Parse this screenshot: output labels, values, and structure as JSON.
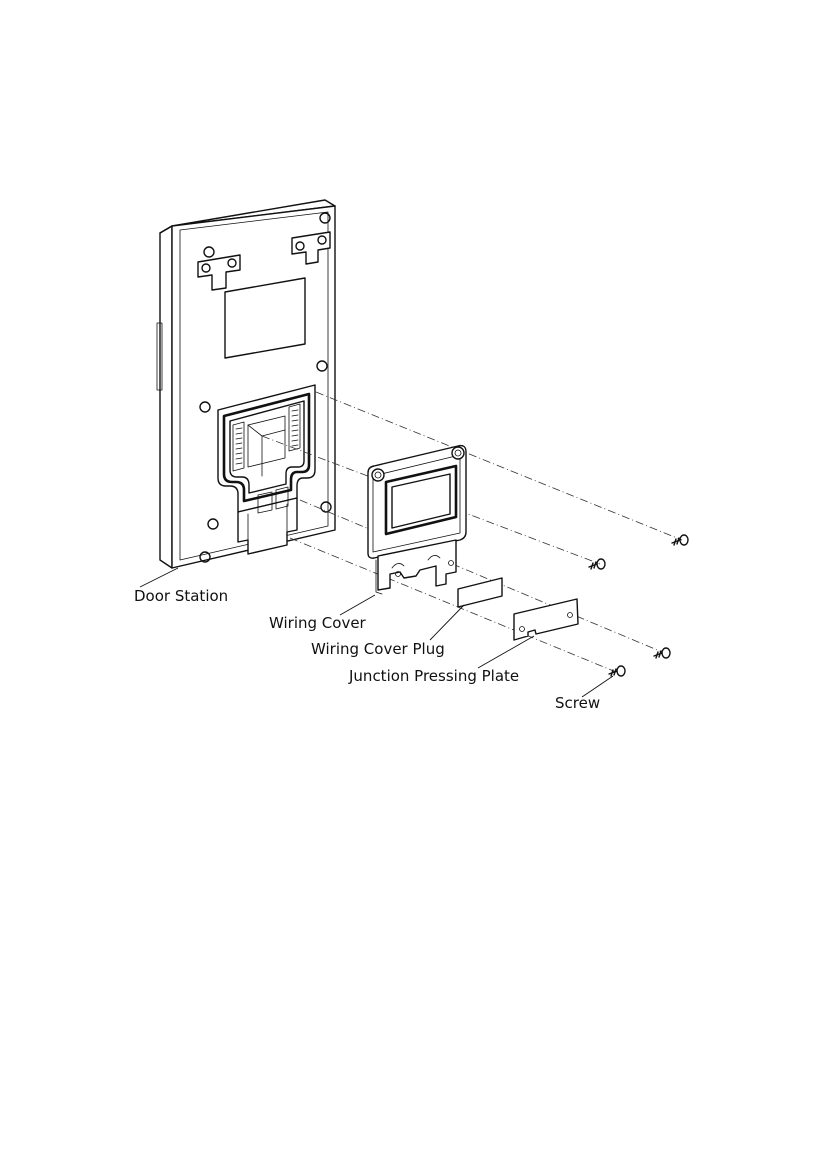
{
  "labels": {
    "door_station": "Door Station",
    "wiring_cover": "Wiring Cover",
    "wiring_cover_plug": "Wiring Cover Plug",
    "junction_pressing_plate": "Junction Pressing Plate",
    "screw": "Screw"
  },
  "line_color": "#111111",
  "background": "#ffffff"
}
